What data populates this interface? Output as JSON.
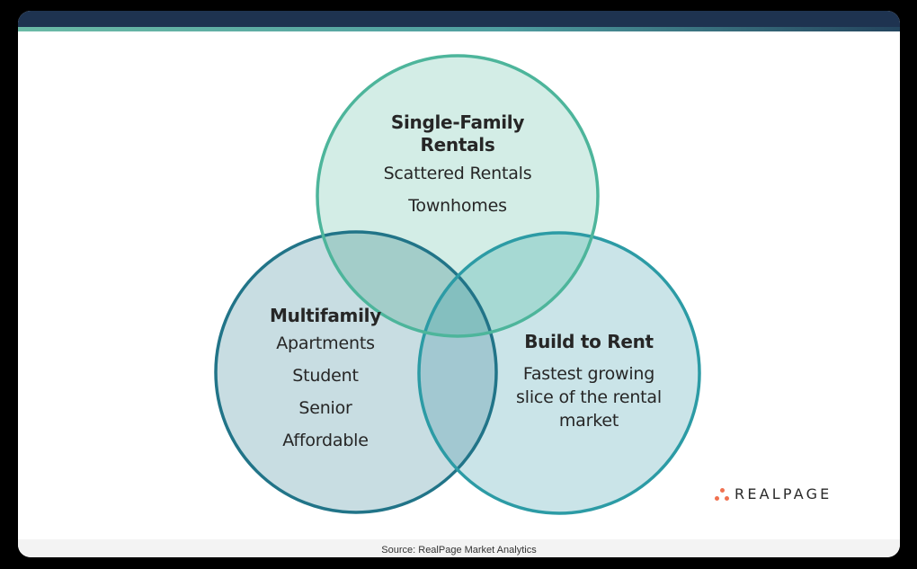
{
  "header": {
    "bar_color": "#1e3350",
    "stripe_colors": [
      "#6bbaa6",
      "#24455e"
    ]
  },
  "venn": {
    "circles": [
      {
        "id": "single-family-rentals",
        "title": "Single-Family Rentals",
        "title_lines": [
          "Single-Family",
          "Rentals"
        ],
        "items": [
          "Scattered Rentals",
          "Townhomes"
        ],
        "fill": "#d3ede6",
        "stroke": "#4db59b"
      },
      {
        "id": "multifamily",
        "title": "Multifamily",
        "items": [
          "Apartments",
          "Student",
          "Senior",
          "Affordable"
        ],
        "fill": "#c8dde2",
        "stroke": "#217488"
      },
      {
        "id": "build-to-rent",
        "title": "Build to Rent",
        "description_lines": [
          "Fastest growing",
          "slice of the rental",
          "market"
        ],
        "description": "Fastest growing slice of the rental market",
        "fill": "#cae4e8",
        "stroke": "#2c9ba5"
      }
    ],
    "overlap_colors": {
      "sfr_multifamily": "#a3cdc9",
      "sfr_btr": "#a6d9d3",
      "multifamily_btr": "#a2c8d1",
      "all_three": "#84bfbf"
    }
  },
  "logo": {
    "text": "REALPAGE",
    "dot_color": "#f07150"
  },
  "footer": {
    "source": "Source: RealPage Market Analytics"
  }
}
